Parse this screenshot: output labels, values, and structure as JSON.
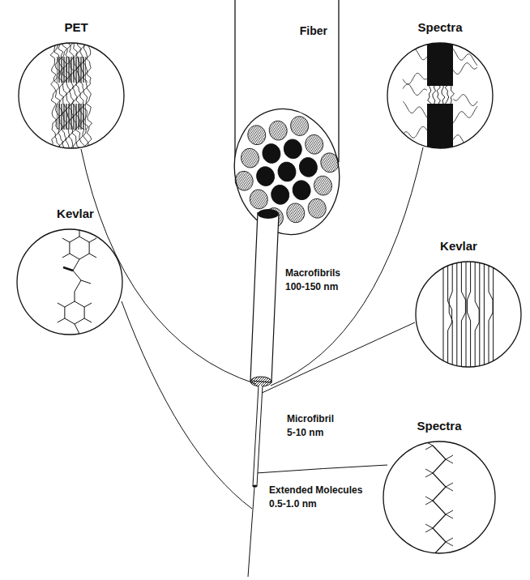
{
  "diagram": {
    "nodes": [
      {
        "text": [
          "PET"
        ]
      },
      {
        "text": [
          "Fiber"
        ]
      },
      {
        "text": [
          "Spectra"
        ]
      },
      {
        "text": [
          "Kevlar"
        ]
      },
      {
        "text": [
          "Kevlar"
        ]
      },
      {
        "text": [
          "Spectra"
        ]
      }
    ],
    "labels": [
      "Macrofibrils",
      "100-150 nm",
      "Microfibril",
      "5-10 nm",
      "Extended Molecules",
      "0.5-1.0 nm"
    ]
  }
}
